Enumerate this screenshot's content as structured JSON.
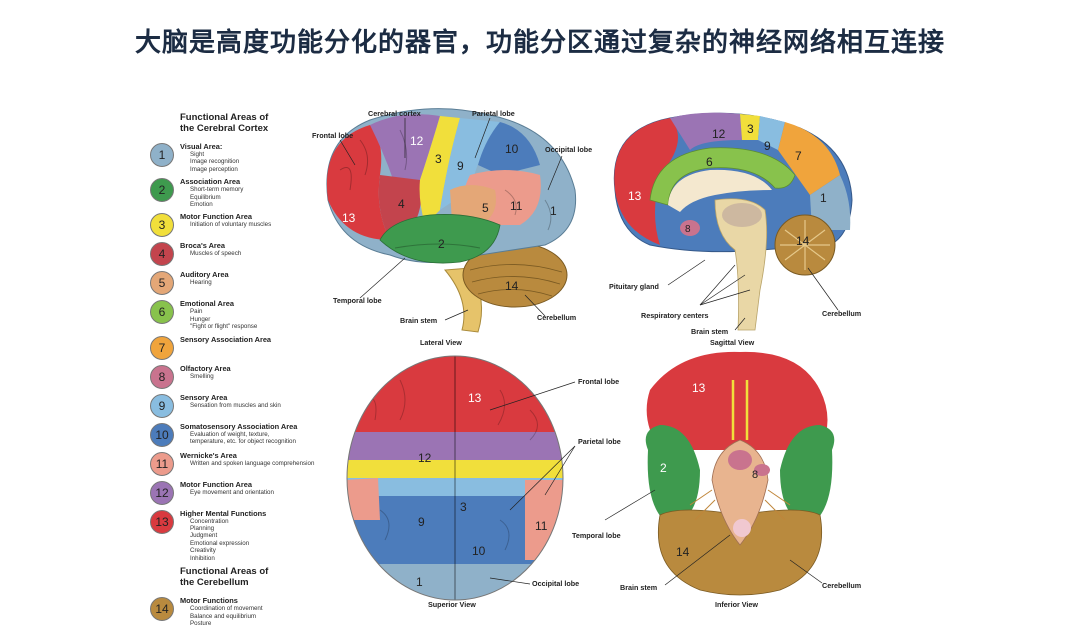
{
  "title": "大脑是高度功能分化的器官，功能分区通过复杂的神经网络相互连接",
  "legend": {
    "cortex_title": "Functional Areas of\nthe Cerebral Cortex",
    "cerebellum_title": "Functional Areas of\nthe Cerebellum",
    "items": [
      {
        "num": "1",
        "title": "Visual Area:",
        "subs": [
          "Sight",
          "Image recognition",
          "Image perception"
        ],
        "color": "#8fb1c9"
      },
      {
        "num": "2",
        "title": "Association Area",
        "subs": [
          "Short-term memory",
          "Equilibrium",
          "Emotion"
        ],
        "color": "#3e9a4e"
      },
      {
        "num": "3",
        "title": "Motor Function Area",
        "subs": [
          "Initiation of voluntary muscles"
        ],
        "color": "#f1df3b"
      },
      {
        "num": "4",
        "title": "Broca's Area",
        "subs": [
          "Muscles of speech"
        ],
        "color": "#c3444d"
      },
      {
        "num": "5",
        "title": "Auditory Area",
        "subs": [
          "Hearing"
        ],
        "color": "#e4a777"
      },
      {
        "num": "6",
        "title": "Emotional Area",
        "subs": [
          "Pain",
          "Hunger",
          "\"Fight or flight\" response"
        ],
        "color": "#88c24c"
      },
      {
        "num": "7",
        "title": "Sensory Association Area",
        "subs": [],
        "color": "#f0a43c"
      },
      {
        "num": "8",
        "title": "Olfactory Area",
        "subs": [
          "Smelling"
        ],
        "color": "#c9738e"
      },
      {
        "num": "9",
        "title": "Sensory Area",
        "subs": [
          "Sensation from muscles and skin"
        ],
        "color": "#89bde0"
      },
      {
        "num": "10",
        "title": "Somatosensory Association Area",
        "subs": [
          "Evaluation of weight, texture,",
          "temperature, etc. for object recognition"
        ],
        "color": "#4c7cbb"
      },
      {
        "num": "11",
        "title": "Wernicke's Area",
        "subs": [
          "Written and spoken language comprehension"
        ],
        "color": "#ec9b8c"
      },
      {
        "num": "12",
        "title": "Motor Function Area",
        "subs": [
          "Eye movement and orientation"
        ],
        "color": "#9b74b4"
      },
      {
        "num": "13",
        "title": "Higher Mental Functions",
        "subs": [
          "Concentration",
          "Planning",
          "Judgment",
          "Emotional expression",
          "Creativity",
          "Inhibition"
        ],
        "color": "#d93a3f"
      }
    ],
    "cerebellum_items": [
      {
        "num": "14",
        "title": "Motor Functions",
        "subs": [
          "Coordination of movement",
          "Balance and equilibrium",
          "Posture"
        ],
        "color": "#b98a3e"
      }
    ]
  },
  "views": {
    "lateral": {
      "caption": "Lateral View",
      "labels": {
        "cortex": "Cerebral cortex",
        "parietal": "Parietal lobe",
        "frontal": "Frontal lobe",
        "occipital": "Occipital lobe",
        "temporal": "Temporal lobe",
        "brainstem": "Brain stem",
        "cerebellum": "Cerebellum"
      }
    },
    "sagittal": {
      "caption": "Sagittal View",
      "labels": {
        "pituitary": "Pituitary gland",
        "respiratory": "Respiratory centers",
        "brainstem": "Brain stem",
        "cerebellum": "Cerebellum"
      }
    },
    "superior": {
      "caption": "Superior View",
      "labels": {
        "frontal": "Frontal lobe",
        "parietal": "Parietal lobe",
        "occipital": "Occipital lobe"
      }
    },
    "inferior": {
      "caption": "Inferior View",
      "labels": {
        "temporal": "Temporal lobe",
        "brainstem": "Brain stem",
        "cerebellum": "Cerebellum"
      }
    }
  },
  "region_numbers": {
    "r1": "1",
    "r2": "2",
    "r3": "3",
    "r4": "4",
    "r5": "5",
    "r6": "6",
    "r7": "7",
    "r8": "8",
    "r9": "9",
    "r10": "10",
    "r11": "11",
    "r12": "12",
    "r13": "13",
    "r14": "14"
  }
}
